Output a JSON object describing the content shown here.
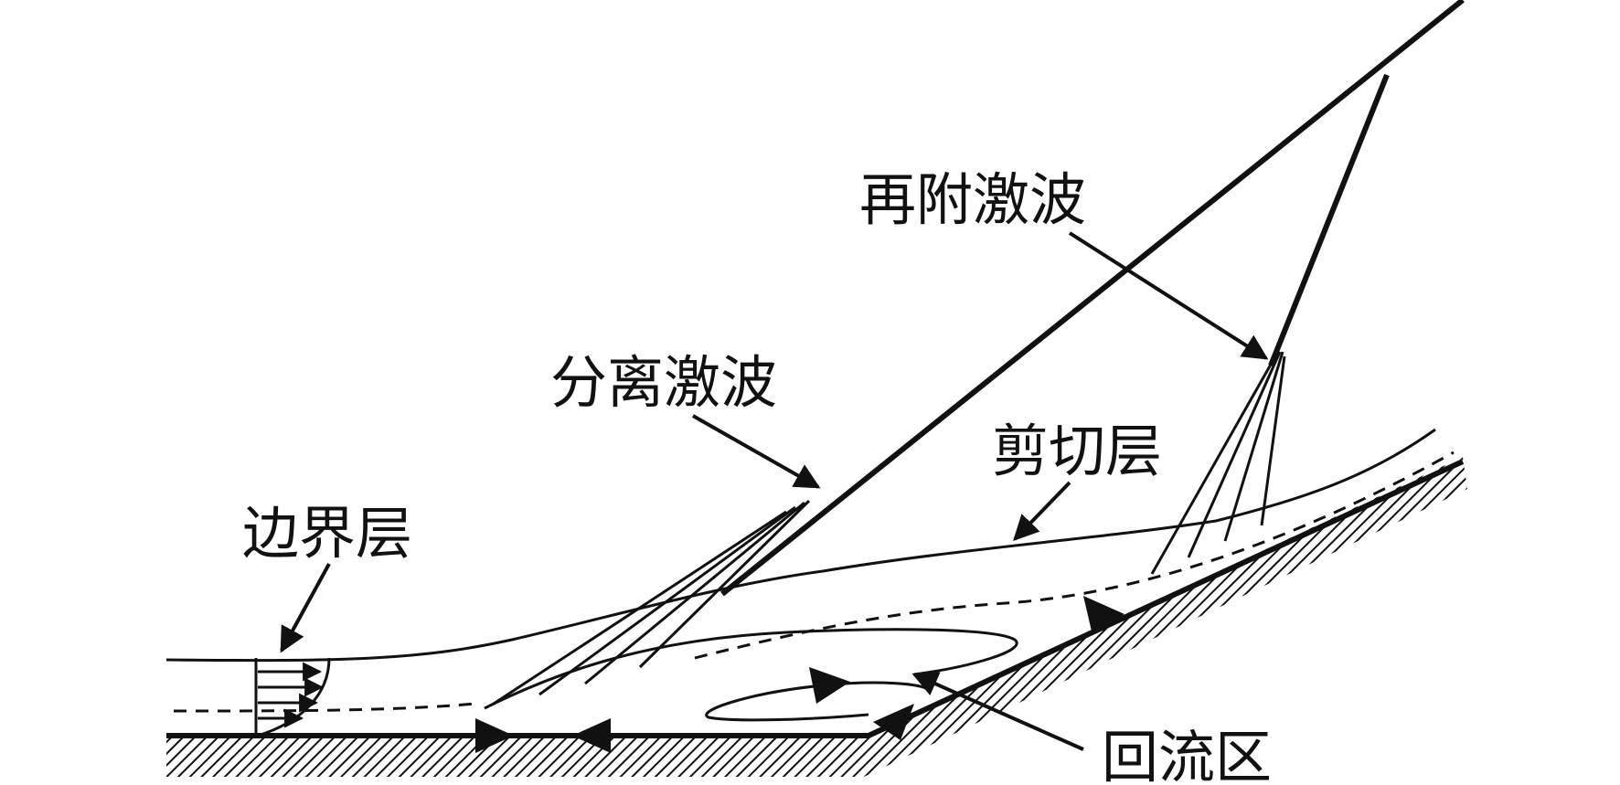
{
  "labels": {
    "reattachment_shock": "再附激波",
    "separation_shock": "分离激波",
    "shear_layer": "剪切层",
    "boundary_layer": "边界层",
    "recirculation_zone": "回流区"
  },
  "colors": {
    "line": "#111111",
    "background": "#ffffff"
  }
}
